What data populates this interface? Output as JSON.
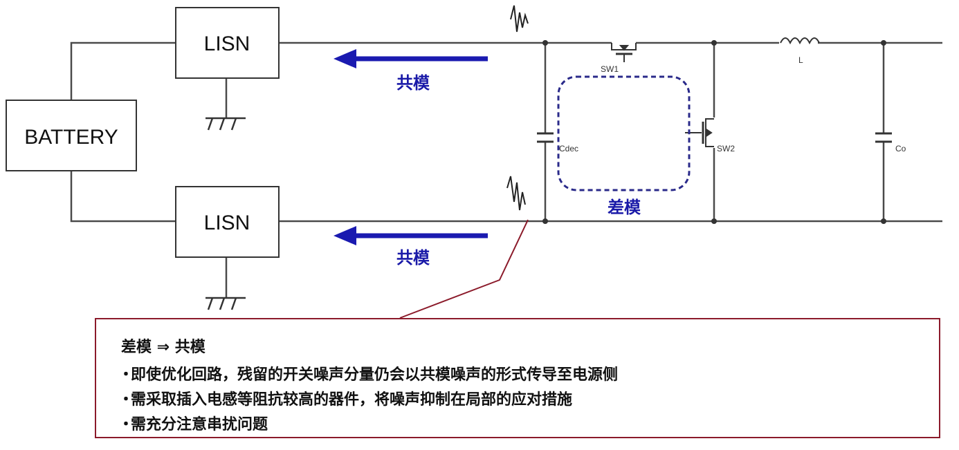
{
  "components": {
    "battery_label": "BATTERY",
    "lisn_top_label": "LISN",
    "lisn_bottom_label": "LISN",
    "sw1_label": "SW1",
    "sw2_label": "SW2",
    "inductor_label": "L",
    "cdec_label": "Cdec",
    "co_label": "Co"
  },
  "annotations": {
    "common_mode_top": "共模",
    "common_mode_bottom": "共模",
    "differential_mode": "差模"
  },
  "colors": {
    "wire": "#4a4a4a",
    "arrow": "#1a1ab0",
    "loop": "#2a2a8a",
    "callout": "#8b1a2a"
  },
  "note": {
    "title": "差模 ⇒ 共模",
    "bullet_symbol": "・",
    "bullets": [
      "即使优化回路，残留的开关噪声分量仍会以共模噪声的形式传导至电源侧",
      "需采取插入电感等阻抗较高的器件，将噪声抑制在局部的应对措施",
      "需充分注意串扰问题"
    ]
  }
}
